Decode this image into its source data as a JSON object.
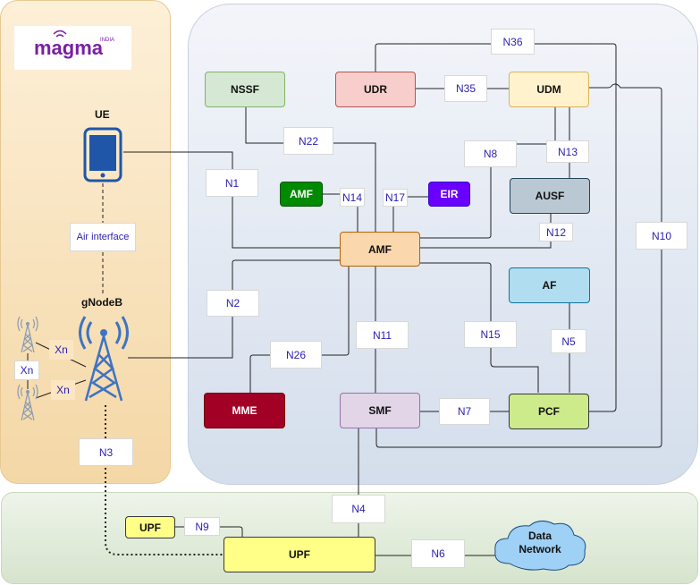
{
  "logo": {
    "text": "magma",
    "superscript": "INDIA"
  },
  "ran": {
    "ue_label": "UE",
    "gnodeb_label": "gNodeB",
    "air_interface": "Air interface"
  },
  "nf": {
    "nssf": "NSSF",
    "udr": "UDR",
    "udm": "UDM",
    "amf_small": "AMF",
    "eir": "EIR",
    "ausf": "AUSF",
    "amf": "AMF",
    "af": "AF",
    "mme": "MME",
    "smf": "SMF",
    "pcf": "PCF",
    "upf_small": "UPF",
    "upf": "UPF",
    "data_network": "Data\nNetwork"
  },
  "interfaces": {
    "n36": "N36",
    "n35": "N35",
    "n22": "N22",
    "n8": "N8",
    "n13": "N13",
    "n1": "N1",
    "n14": "N14",
    "n17": "N17",
    "n12": "N12",
    "n10": "N10",
    "n2": "N2",
    "n11": "N11",
    "n15": "N15",
    "n5": "N5",
    "n26": "N26",
    "n7": "N7",
    "n3": "N3",
    "n4": "N4",
    "n9": "N9",
    "n6": "N6",
    "xn1": "Xn",
    "xn2": "Xn",
    "xn3": "Xn"
  },
  "colors": {
    "nssf": "#d5e8d4",
    "udr": "#f8cecc",
    "udm": "#fff2cc",
    "amf_small": "#008a00",
    "eir": "#6a00ff",
    "ausf": "#bac8d3",
    "amf": "#fad7ac",
    "af": "#b1ddf0",
    "mme": "#a20025",
    "smf": "#e1d5e7",
    "pcf": "#cdeb8b",
    "upf": "#ffff88",
    "data_network": "#9fd0f5",
    "ue": "#1f56a8",
    "gnodeb": "#3d73c4",
    "link_label": "#2a1fb0"
  }
}
